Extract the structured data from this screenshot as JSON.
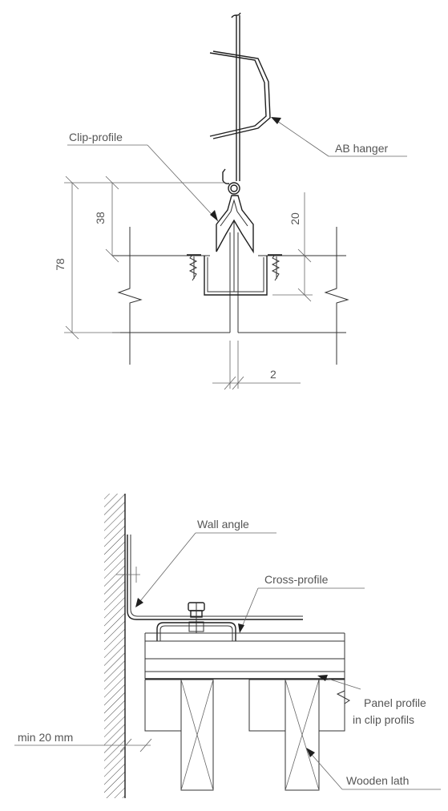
{
  "top_detail": {
    "labels": {
      "clip_profile": "Clip-profile",
      "ab_hanger": "AB hanger"
    },
    "dimensions": {
      "d78": "78",
      "d38": "38",
      "d20": "20",
      "d2": "2"
    }
  },
  "bottom_detail": {
    "labels": {
      "wall_angle": "Wall angle",
      "cross_profile": "Cross-profile",
      "panel_profile_line1": "Panel profile",
      "panel_profile_line2": "in clip profils",
      "min_gap": "min 20 mm",
      "wooden_lath": "Wooden lath"
    }
  },
  "colors": {
    "line": "#333333",
    "text": "#555555",
    "background": "#ffffff"
  }
}
